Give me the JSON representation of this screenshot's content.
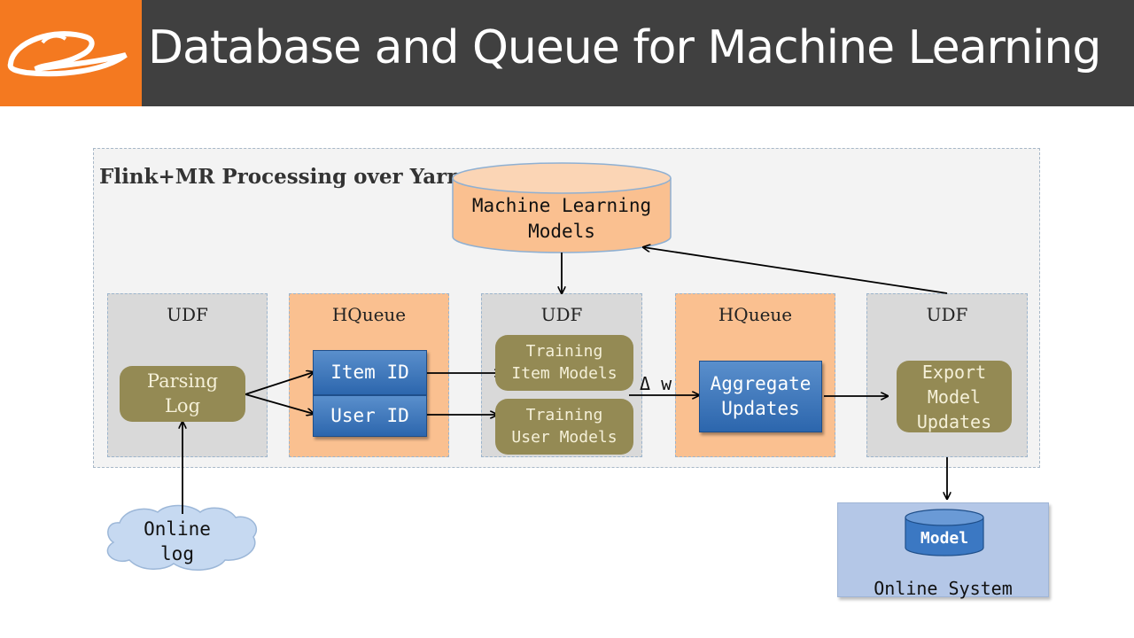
{
  "header": {
    "title": "Database and Queue for Machine Learning"
  },
  "diagram": {
    "container_label": "Flink+MR Processing over Yarn",
    "database": {
      "line1": "Machine Learning",
      "line2": "Models"
    },
    "panels": [
      {
        "label": "UDF"
      },
      {
        "label": "HQueue"
      },
      {
        "label": "UDF"
      },
      {
        "label": "HQueue"
      },
      {
        "label": "UDF"
      }
    ],
    "nodes": {
      "parsing_log": {
        "line1": "Parsing",
        "line2": "Log"
      },
      "item_id": "Item ID",
      "user_id": "User ID",
      "training_item": {
        "line1": "Training",
        "line2": "Item Models"
      },
      "training_user": {
        "line1": "Training",
        "line2": "User Models"
      },
      "aggregate": {
        "line1": "Aggregate",
        "line2": "Updates"
      },
      "export": {
        "line1": "Export",
        "line2": "Model",
        "line3": "Updates"
      }
    },
    "delta_w": "Δ w",
    "online_log": {
      "line1": "Online",
      "line2": "log"
    },
    "online_system": {
      "label": "Online System",
      "model": "Model"
    }
  },
  "colors": {
    "header": "#404040",
    "logo_bg": "#f47920",
    "gray_panel": "#d9d9d9",
    "orange_panel": "#fac090",
    "olive": "#948a54",
    "blue": "#2e6db4"
  }
}
